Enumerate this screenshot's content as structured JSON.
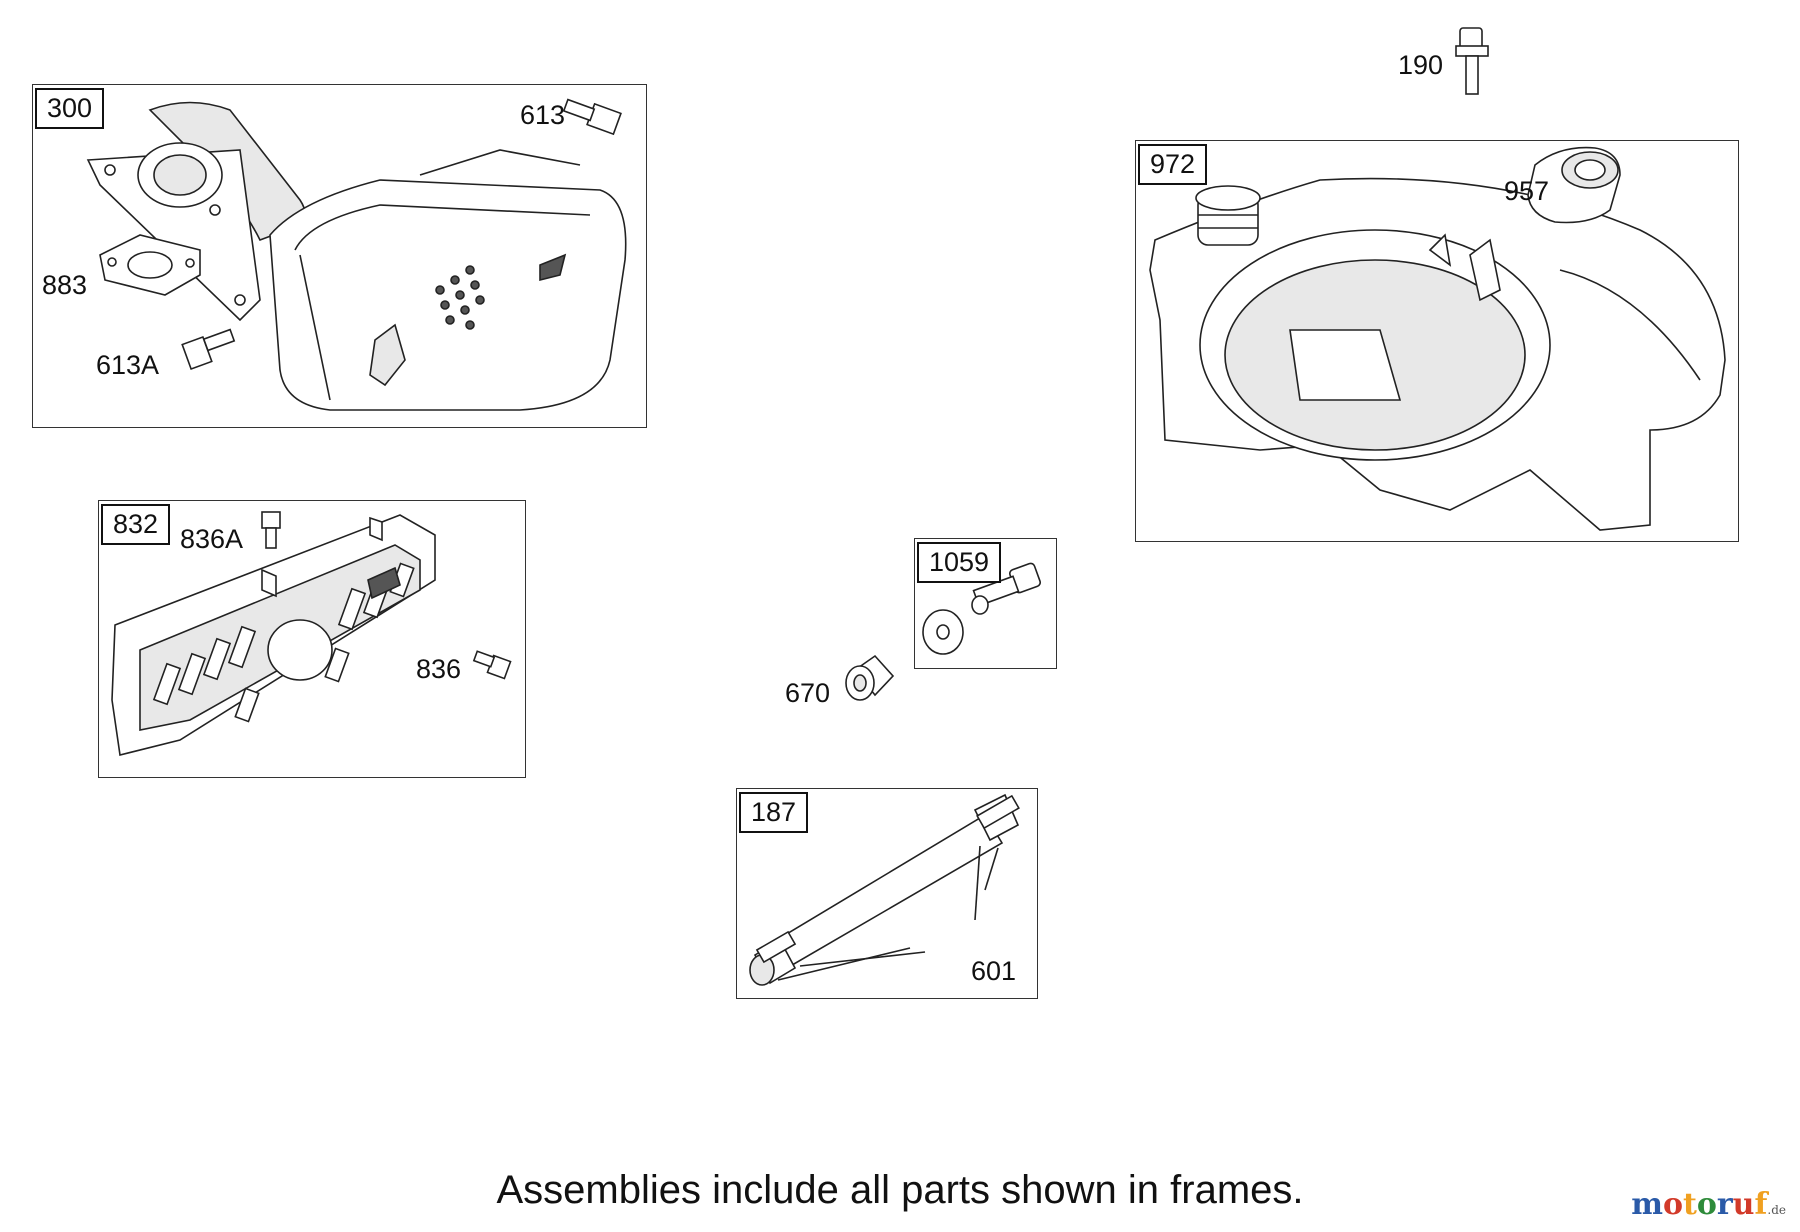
{
  "assemblies": {
    "a300": "300",
    "a832": "832",
    "a972": "972",
    "a1059": "1059",
    "a187": "187"
  },
  "parts": {
    "p190": "190",
    "p613": "613",
    "p883": "883",
    "p613a": "613A",
    "p836a": "836A",
    "p836": "836",
    "p957": "957",
    "p670": "670",
    "p601": "601"
  },
  "caption": "Assemblies include all parts shown in frames.",
  "watermark": {
    "letters": [
      "m",
      "o",
      "t",
      "o",
      "r",
      "u",
      "f"
    ],
    "tld": ".de",
    "colors": [
      "#2a5aa8",
      "#d23a2a",
      "#f0a020",
      "#2e8b3a",
      "#2a5aa8",
      "#d23a2a",
      "#f0a020"
    ]
  }
}
